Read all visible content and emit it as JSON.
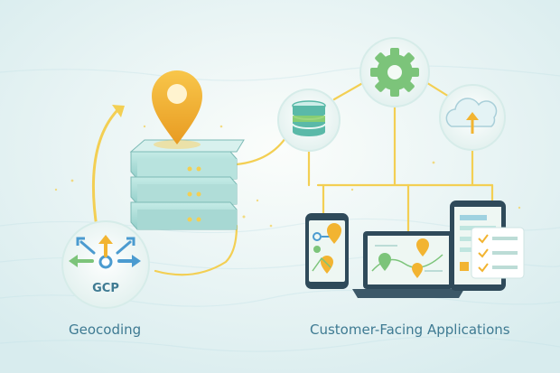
{
  "labels": {
    "gcp": "GCP",
    "geocoding": "Geocoding",
    "customer_apps": "Customer-Facing Applications"
  },
  "colors": {
    "background": "#eef6f5",
    "connector": "#f3cf53",
    "pin": "#f2b431",
    "server": "#a7dbd7",
    "gear": "#7cc47a",
    "database": "#5ab9a8",
    "caption": "#3e7a92"
  },
  "icons": {
    "geocoding_node": "compass-arrows-icon",
    "server": "server-stack-icon",
    "pin": "map-pin-icon",
    "database": "database-icon",
    "gear": "gear-icon",
    "cloud": "cloud-upload-icon",
    "phone": "smartphone-icon",
    "laptop": "laptop-icon",
    "tablet": "tablet-icon"
  }
}
